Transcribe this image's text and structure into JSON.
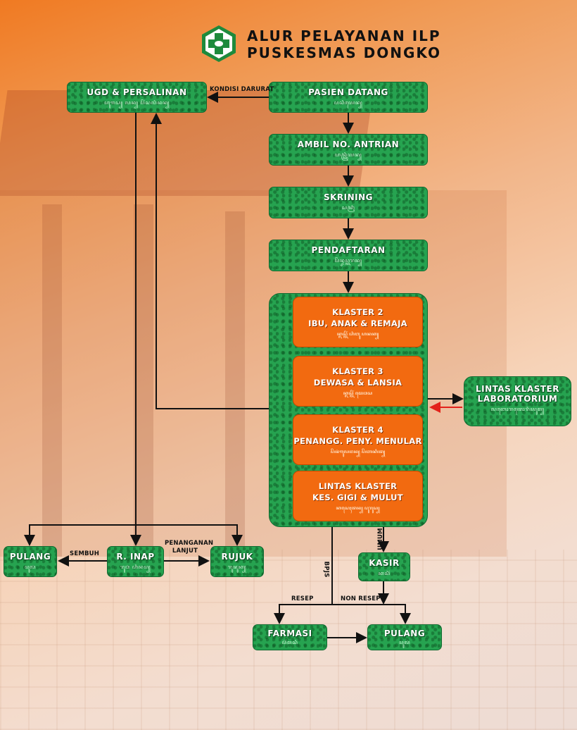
{
  "title": {
    "line1": "ALUR PELAYANAN ILP",
    "line2": "PUSKESMAS DONGKO"
  },
  "logo": {
    "icon": "puskesmas-logo",
    "color": "#1e8a3c"
  },
  "colors": {
    "node_green": "#26a350",
    "node_orange": "#f26a10",
    "arrow": "#111111",
    "arrow_return": "#e3221b"
  },
  "nodes": {
    "ugd": {
      "label": "UGD & PERSALINAN",
      "sub": "ꦲꦸꦒꦝ꧀ ꦭꦤ꧀ ꦥꦼꦂꦱꦭꦶꦤꦤ꧀"
    },
    "pasien_datang": {
      "label": "PASIEN DATANG",
      "sub": "ꦥꦱꦶꦪꦺꦤ꧀"
    },
    "ambil_antrian": {
      "label": "AMBIL NO. ANTRIAN",
      "sub": "ꦲꦤ꧀ꦠꦿꦶꦪꦤ꧀"
    },
    "skrining": {
      "label": "SKRINING",
      "sub": "ꦱꦏꦿꦶ"
    },
    "pendaftaran": {
      "label": "PENDAFTARAN",
      "sub": "ꦥꦼꦤ꧀ꦢꦥ꧀ꦠꦫꦤ꧀"
    },
    "klaster2": {
      "label1": "KLASTER 2",
      "label2": "IBU, ANAK & REMAJA",
      "sub": "ꦏ꧀ꦭꦱ꧀ꦠꦼꦂ ꦲꦶꦧꦸ ꦲꦤꦏ꧀"
    },
    "klaster3": {
      "label1": "KLASTER 3",
      "label2": "DEWASA & LANSIA",
      "sub": "ꦏ꧀ꦭꦱ꧀ꦠꦼꦂ ꦢꦺꦮꦱ"
    },
    "klaster4": {
      "label1": "KLASTER 4",
      "label2": "PENANGG. PENY. MENULAR",
      "sub": "ꦥꦼꦤꦁꦒꦸꦭꦔꦤ꧀ ꦥꦼꦚꦏꦶꦠ꧀"
    },
    "lintas_gigi": {
      "label1": "LINTAS KLASTER",
      "label2": "KES. GIGI & MULUT",
      "sub": "ꦏꦱꦺꦃꦠꦤ꧀ ꦥꦸꦫꦸꦱ꧀"
    },
    "lintas_lab": {
      "label1": "LINTAS KLASTER",
      "label2": "LABORATORIUM",
      "sub": "ꦭꦧꦺꦴꦫꦠꦺꦴꦫꦶꦪꦸꦩ꧀"
    },
    "pulang_left": {
      "label": "PULANG",
      "sub": "ꦥꦸꦭꦁ"
    },
    "r_inap": {
      "label": "R. INAP",
      "sub": "ꦫꦸꦮꦁ ꦲꦶꦤꦥ꧀"
    },
    "rujuk": {
      "label": "RUJUK",
      "sub": "ꦫꦸꦗꦸꦏ꧀"
    },
    "kasir": {
      "label": "KASIR",
      "sub": "ꦏꦱꦶꦂ"
    },
    "farmasi": {
      "label": "FARMASI",
      "sub": "ꦥ꦳ꦂꦩꦱꦶ"
    },
    "pulang_right": {
      "label": "PULANG",
      "sub": "ꦥꦸꦭꦁ"
    }
  },
  "edge_labels": {
    "kondisi_darurat": "KONDISI DARURAT",
    "sembuh": "SEMBUH",
    "penanganan_lanjut": "PENANGANAN LANJUT",
    "bpjs": "BPJS",
    "umum": "UMUM",
    "resep": "RESEP",
    "non_resep": "NON RESEP"
  }
}
